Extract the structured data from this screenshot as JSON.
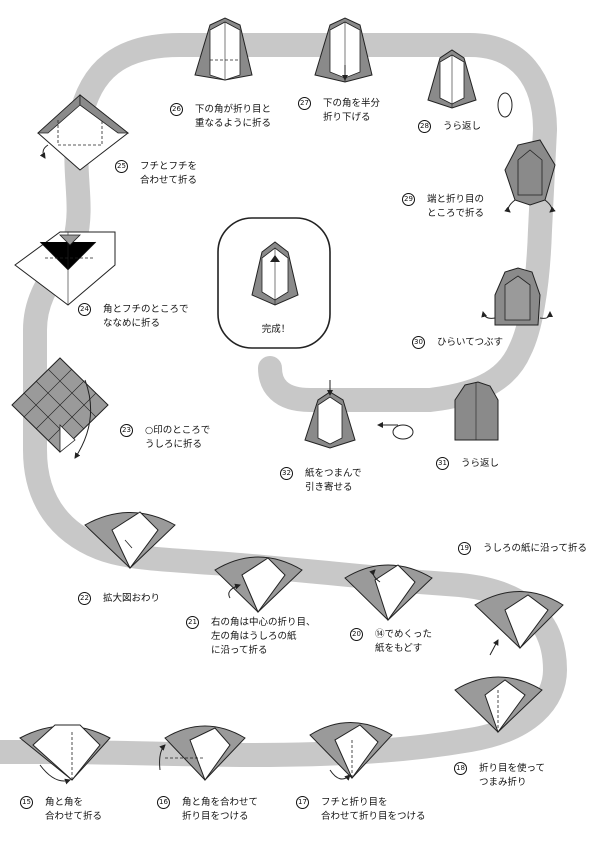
{
  "steps": [
    {
      "num": "15",
      "text": "角と角を\n合わせて折る"
    },
    {
      "num": "16",
      "text": "角と角を合わせて\n折り目をつける"
    },
    {
      "num": "17",
      "text": "フチと折り目を\n合わせて折り目をつける"
    },
    {
      "num": "18",
      "text": "折り目を使って\nつまみ折り"
    },
    {
      "num": "19",
      "text": "うしろの紙に沿って折る"
    },
    {
      "num": "20",
      "text": "⑭でめくった\n紙をもどす"
    },
    {
      "num": "21",
      "text": "右の角は中心の折り目、\n左の角はうしろの紙\nに沿って折る"
    },
    {
      "num": "22",
      "text": "拡大図おわり"
    },
    {
      "num": "23",
      "text": "○印のところで\nうしろに折る"
    },
    {
      "num": "24",
      "text": "角とフチのところで\nななめに折る"
    },
    {
      "num": "25",
      "text": "フチとフチを\n合わせて折る"
    },
    {
      "num": "26",
      "text": "下の角が折り目と\n重なるように折る"
    },
    {
      "num": "27",
      "text": "下の角を半分\n折り下げる"
    },
    {
      "num": "28",
      "text": "うら返し"
    },
    {
      "num": "29",
      "text": "端と折り目の\nところで折る"
    },
    {
      "num": "30",
      "text": "ひらいてつぶす"
    },
    {
      "num": "31",
      "text": "うら返し"
    },
    {
      "num": "32",
      "text": "紙をつまんで\n引き寄せる"
    }
  ],
  "completion": {
    "label": "完成！"
  },
  "colors": {
    "path": "#c8c8c8",
    "paper_dark": "#8a8a8a",
    "paper_light": "#ffffff",
    "stroke": "#222222"
  }
}
